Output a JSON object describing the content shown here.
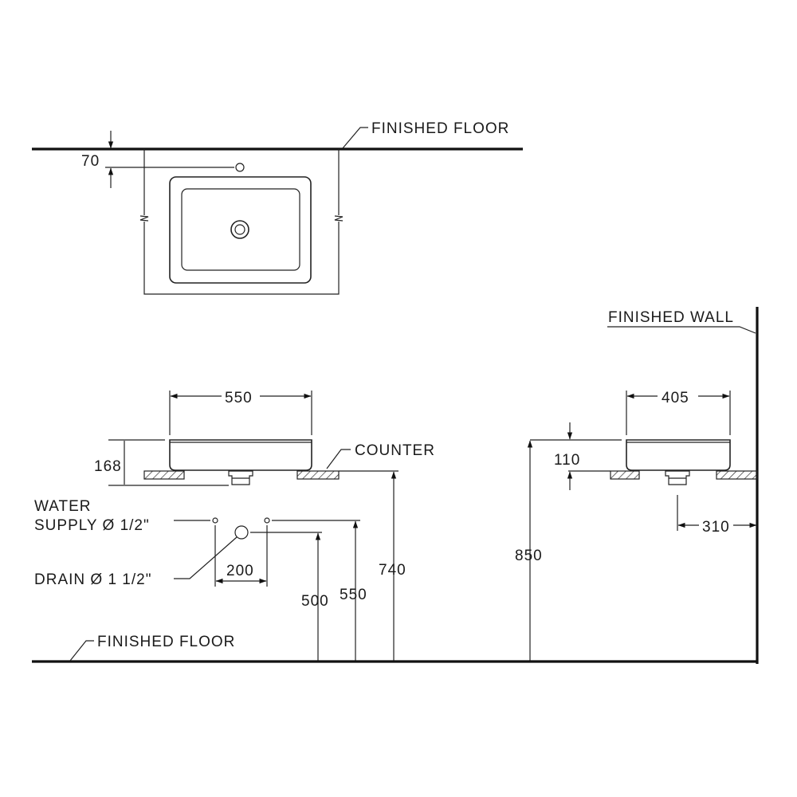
{
  "labels": {
    "finished_floor_top": "FINISHED FLOOR",
    "finished_floor_bottom": "FINISHED FLOOR",
    "finished_wall": "FINISHED WALL",
    "counter": "COUNTER",
    "water_supply_line1": "WATER",
    "water_supply_line2": "SUPPLY Ø 1/2\"",
    "drain": "DRAIN Ø 1 1/2\""
  },
  "dimensions": {
    "tap_offset": "70",
    "front_width": "550",
    "front_height": "168",
    "side_depth": "405",
    "side_height": "110",
    "supply_spacing": "200",
    "drain_height": "500",
    "supply_height": "550",
    "counter_height": "740",
    "basin_top_height": "850",
    "drain_to_wall": "310"
  },
  "colors": {
    "line": "#111111",
    "background": "#ffffff"
  }
}
